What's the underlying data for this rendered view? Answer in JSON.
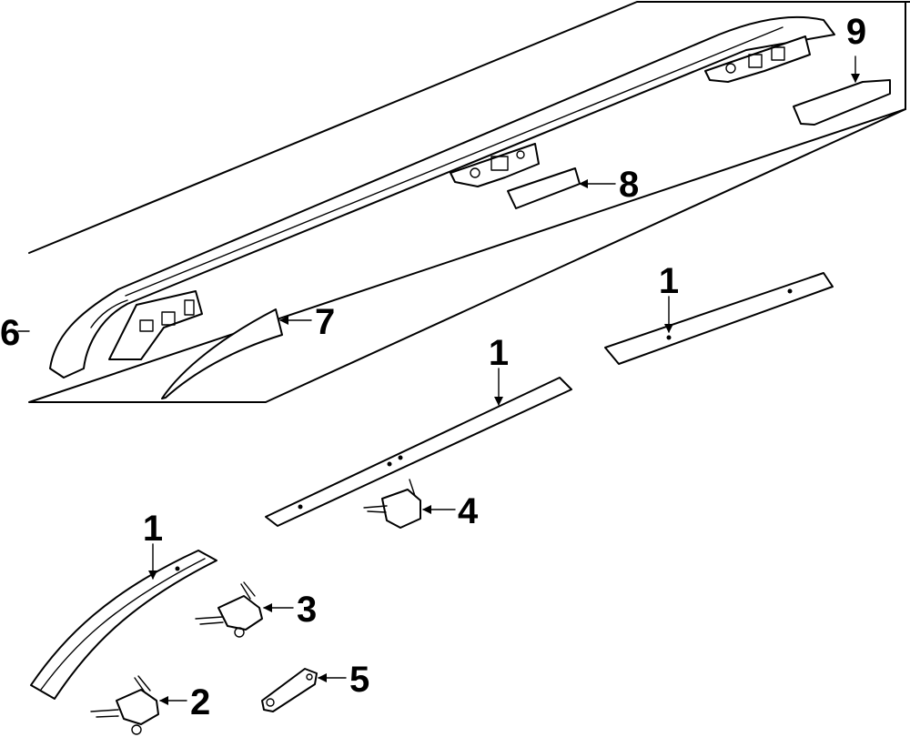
{
  "callouts": {
    "c1a": "1",
    "c1b": "1",
    "c1c": "1",
    "c2": "2",
    "c3": "3",
    "c4": "4",
    "c5": "5",
    "c6": "6",
    "c7": "7",
    "c8": "8",
    "c9": "9"
  }
}
